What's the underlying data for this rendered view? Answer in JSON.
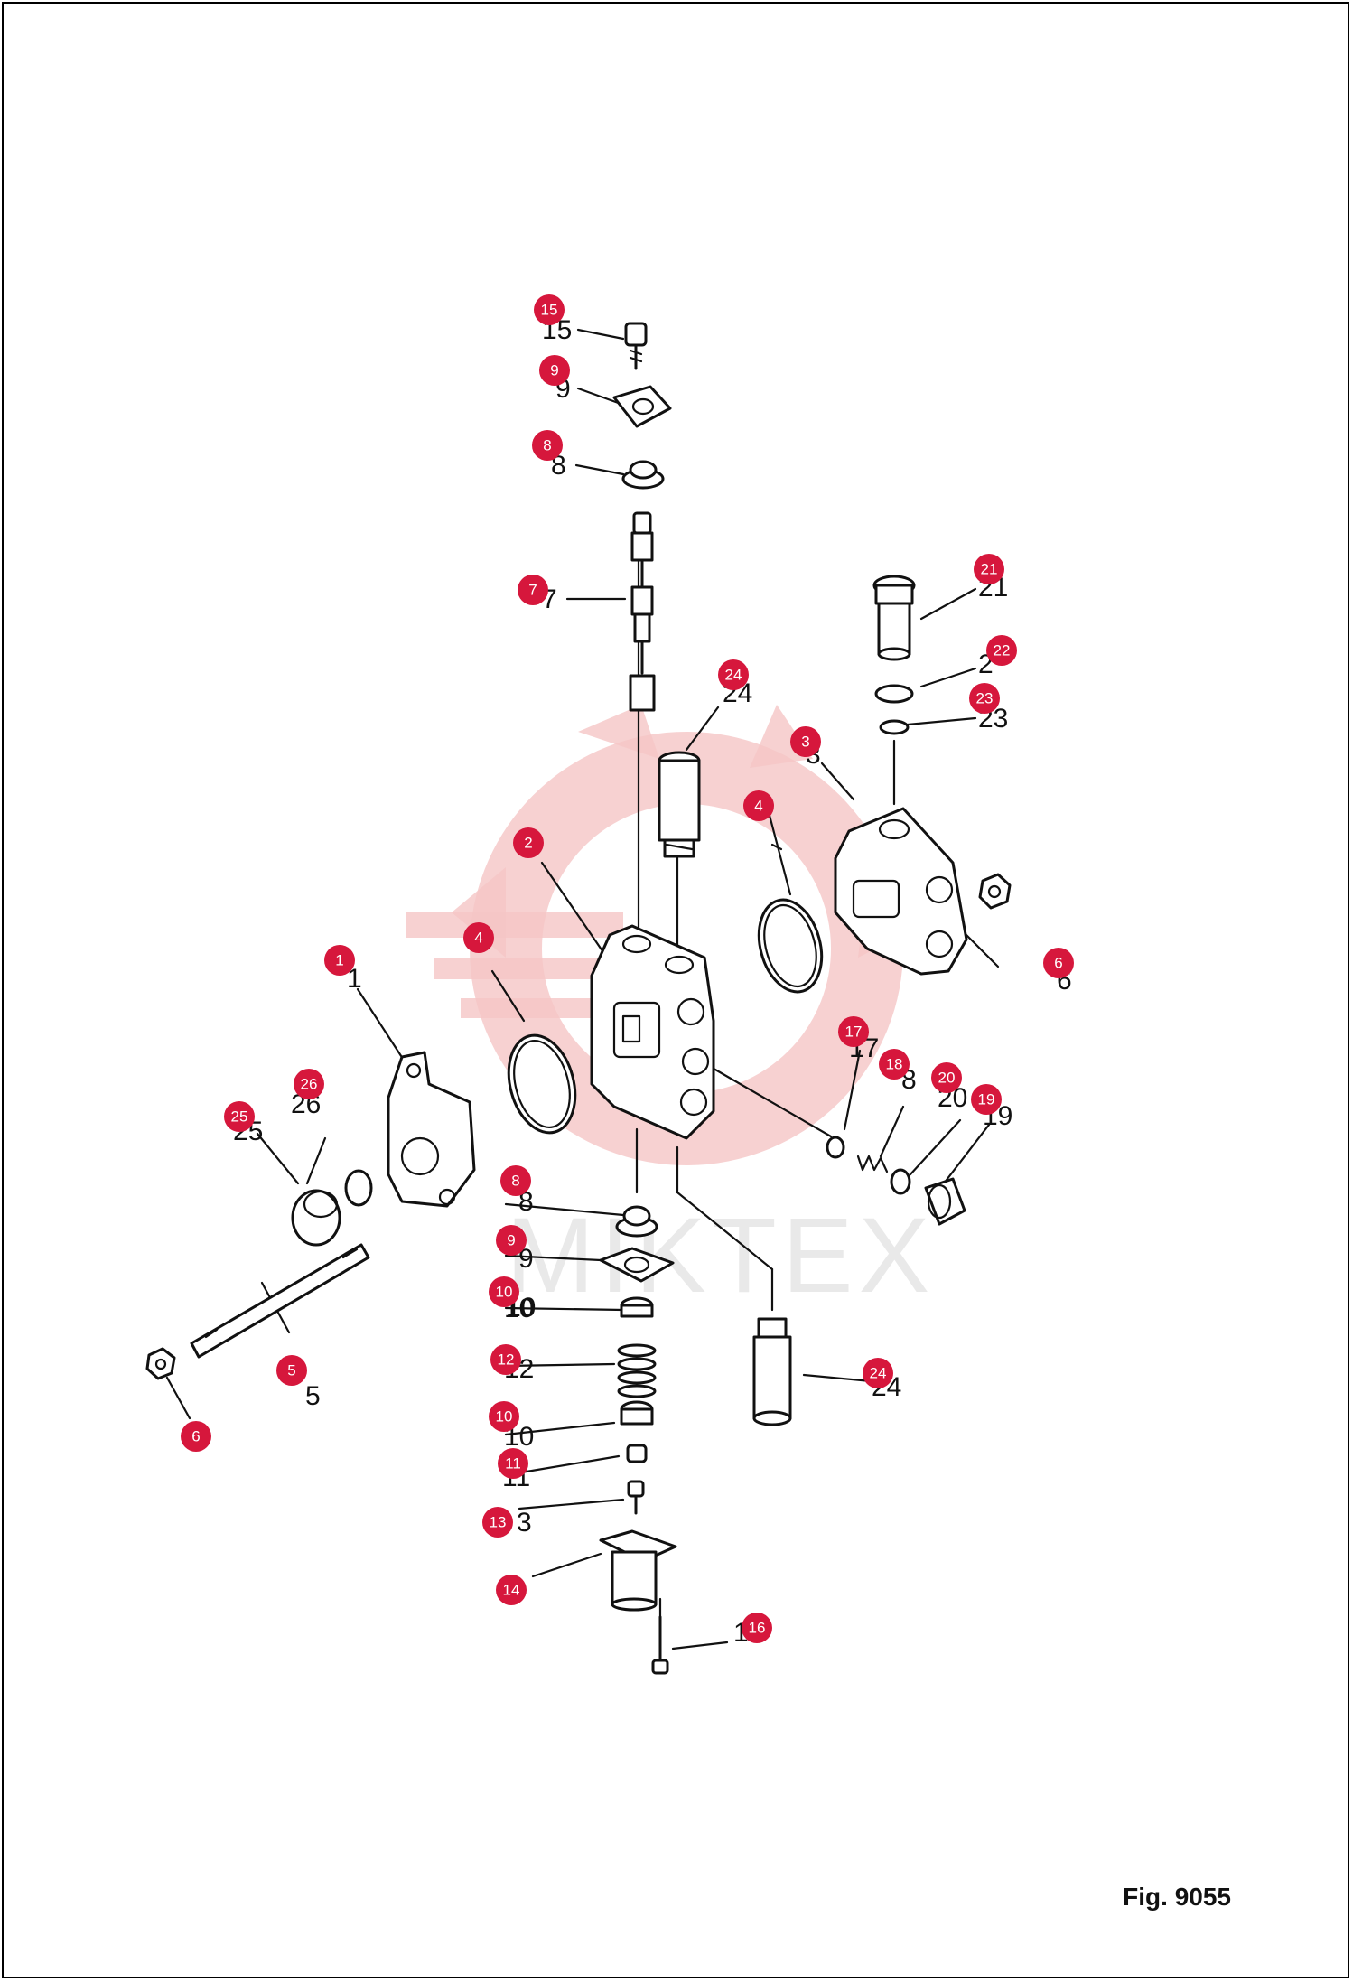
{
  "figure_label": "Fig. 9055",
  "watermark_text": "MIKTEX",
  "colors": {
    "badge": "#d6173c",
    "watermark": "#f3b9b9",
    "ink": "#111111"
  },
  "callouts": [
    "15",
    "9",
    "8",
    "7",
    "21",
    "22",
    "23",
    "24",
    "3",
    "4",
    "2",
    "6",
    "4",
    "1",
    "26",
    "25",
    "17",
    "18",
    "20",
    "19",
    "8",
    "9",
    "10",
    "12",
    "10",
    "11",
    "13",
    "24",
    "5",
    "6",
    "14",
    "16"
  ],
  "printed_numbers": [
    "15",
    "9",
    "8",
    "7",
    "21",
    "2",
    "23",
    "24",
    "3",
    "6",
    "5",
    "24",
    "10",
    "12",
    "10",
    "11",
    "3",
    "8",
    "9",
    "10",
    "19",
    "20",
    "8",
    "17",
    "26",
    "25",
    "1",
    "16"
  ]
}
